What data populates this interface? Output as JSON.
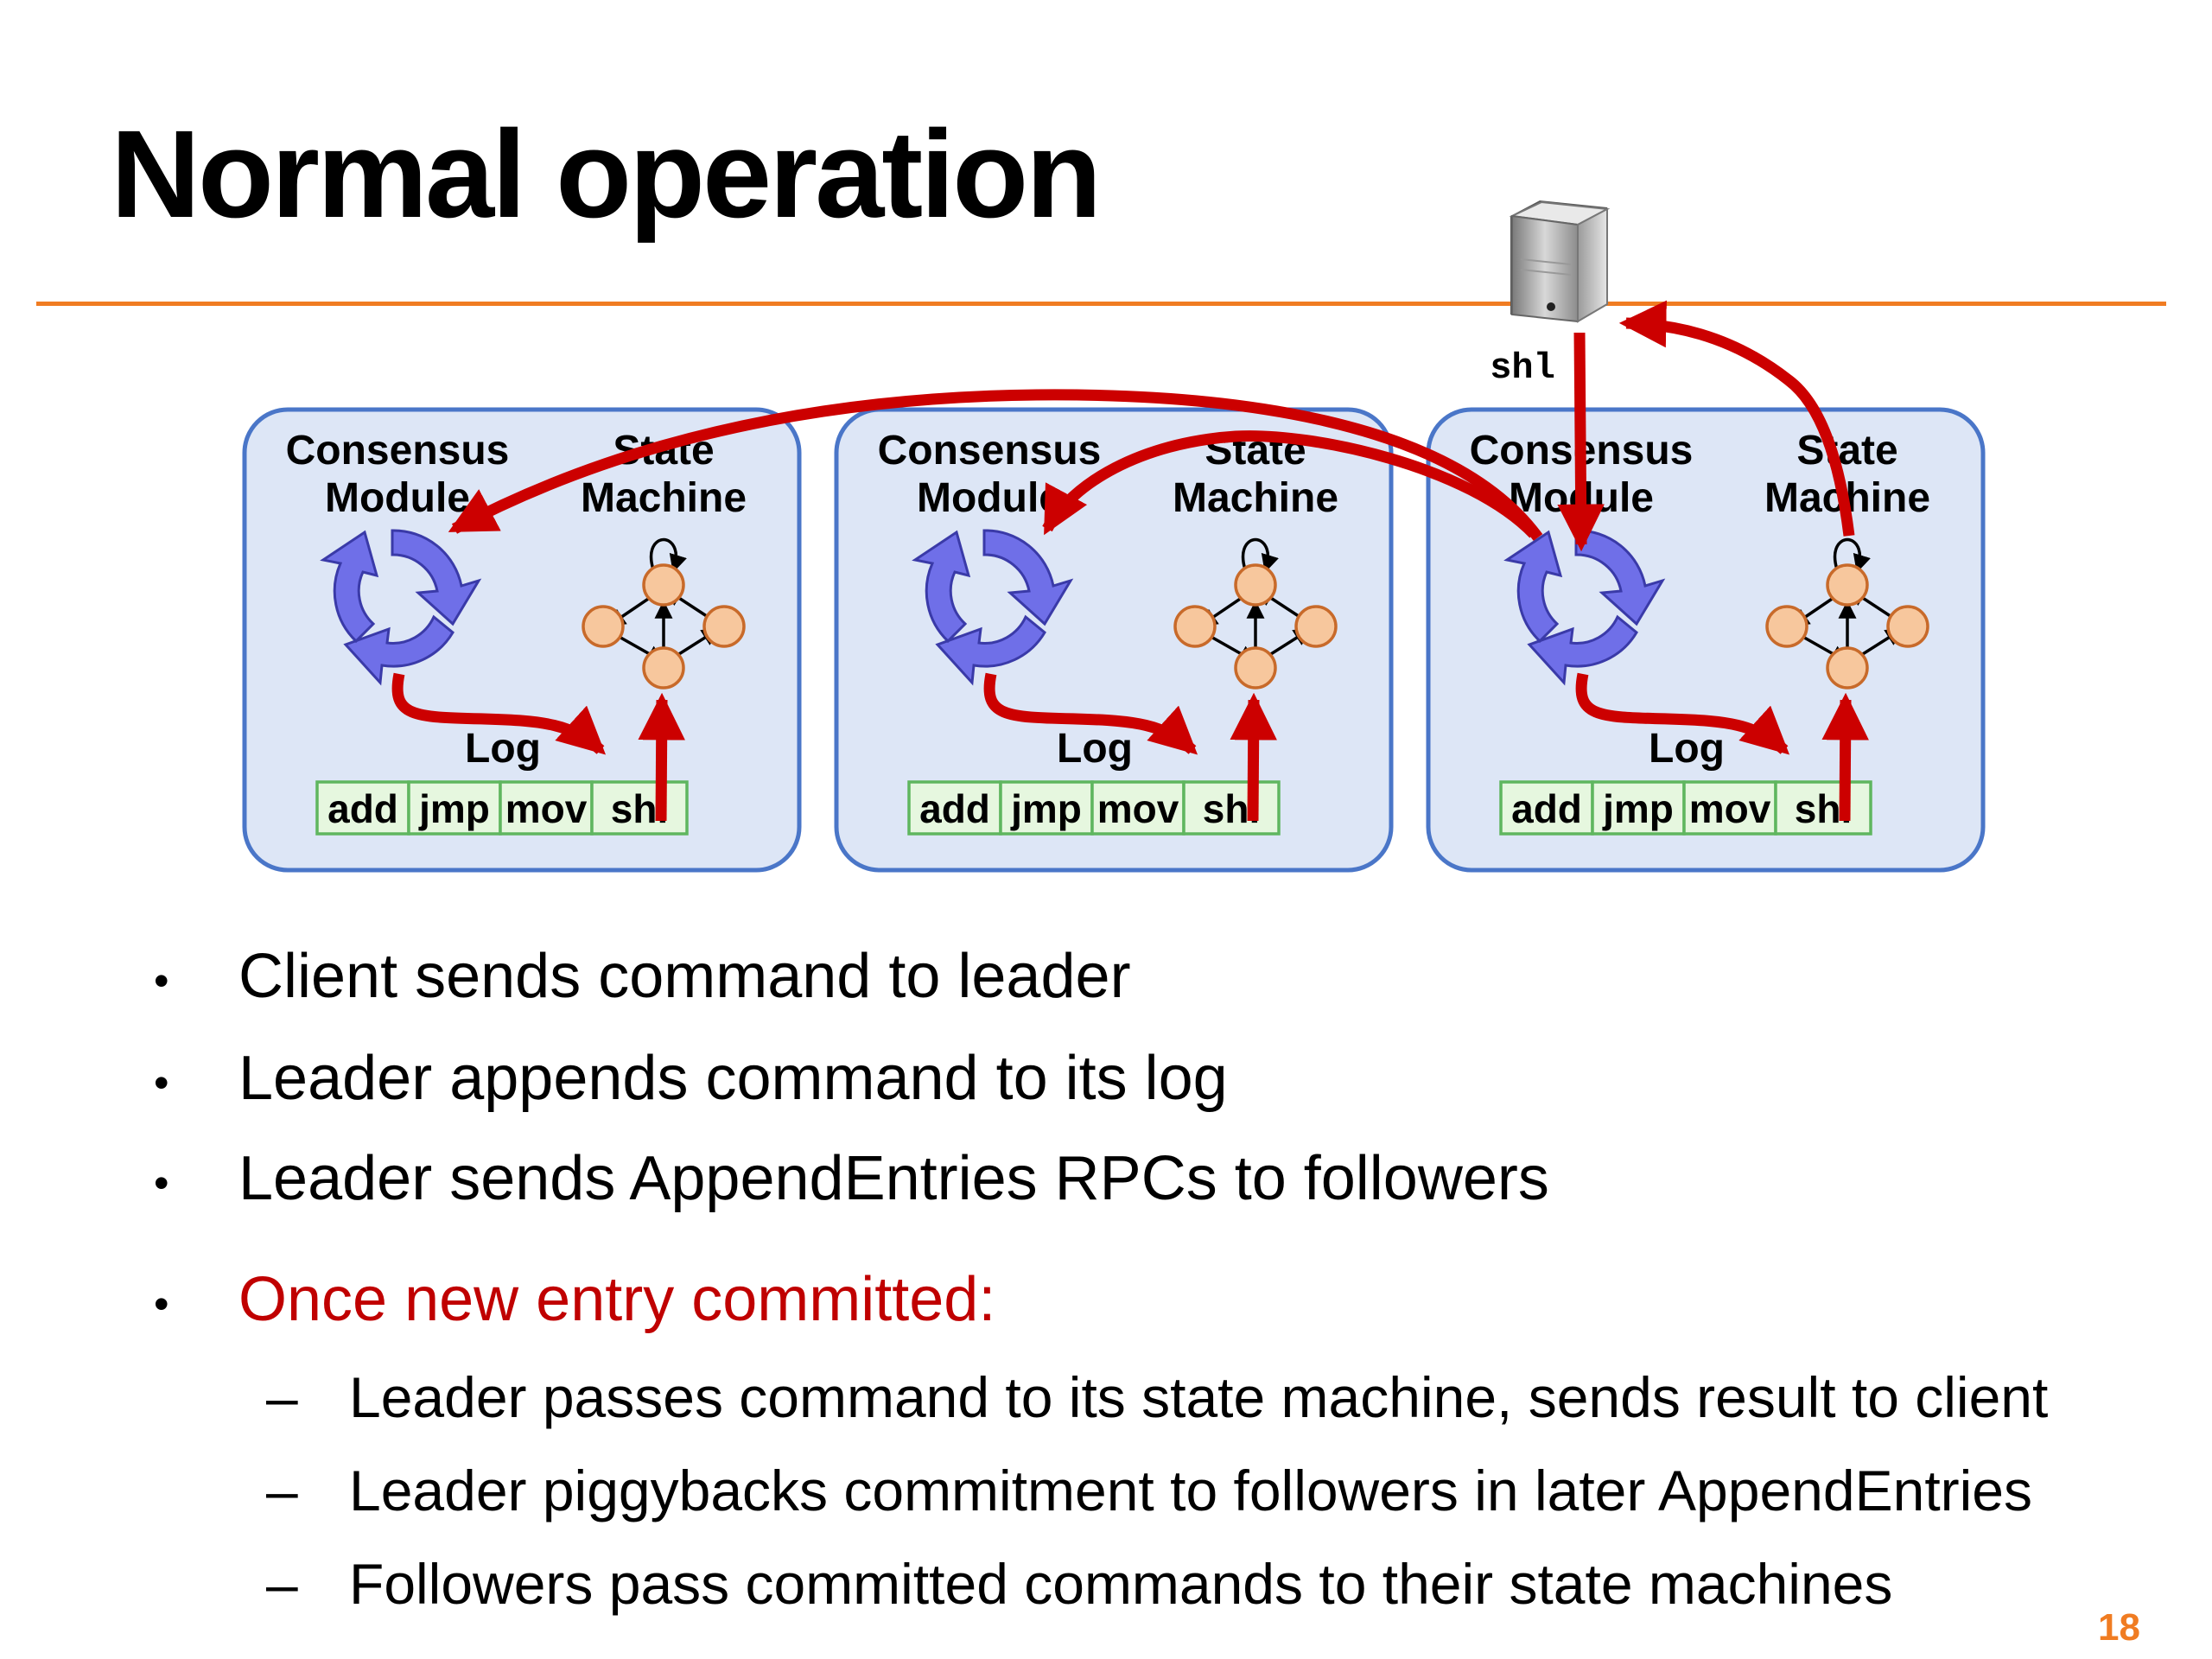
{
  "slide": {
    "title": "Normal operation",
    "page_number": "18"
  },
  "colors": {
    "rule": "#f07c22",
    "accent_red": "#c00000",
    "arrow_red": "#cc0000",
    "box_fill": "#dde6f6",
    "box_stroke": "#4a76c8",
    "log_fill": "#e6f7df",
    "log_stroke": "#5fb65f",
    "state_node_fill": "#f7c79d",
    "state_node_stroke": "#c86a2a",
    "consensus_icon": "#6f6fe8",
    "page_number": "#f07c22"
  },
  "client": {
    "icon": "server-icon",
    "command": "shl"
  },
  "servers": [
    {
      "consensus_label_1": "Consensus",
      "consensus_label_2": "Module",
      "state_label_1": "State",
      "state_label_2": "Machine",
      "log_label": "Log",
      "log_entries": [
        "add",
        "jmp",
        "mov",
        "shl"
      ]
    },
    {
      "consensus_label_1": "Consensus",
      "consensus_label_2": "Module",
      "state_label_1": "State",
      "state_label_2": "Machine",
      "log_label": "Log",
      "log_entries": [
        "add",
        "jmp",
        "mov",
        "shl"
      ]
    },
    {
      "consensus_label_1": "Consensus",
      "consensus_label_2": "Module",
      "state_label_1": "State",
      "state_label_2": "Machine",
      "log_label": "Log",
      "log_entries": [
        "add",
        "jmp",
        "mov",
        "shl"
      ]
    }
  ],
  "bullets": [
    {
      "text": "Client sends command to leader"
    },
    {
      "text": "Leader appends command to its log"
    },
    {
      "text": "Leader sends AppendEntries RPCs to followers"
    },
    {
      "text": "Once new entry committed:",
      "highlight": true
    }
  ],
  "sub_bullets": [
    {
      "text": "Leader passes command to its state machine, sends result to client"
    },
    {
      "text": "Leader piggybacks commitment to followers in later AppendEntries"
    },
    {
      "text": "Followers pass committed commands to their state machines"
    }
  ],
  "bullet_glyph": "•",
  "dash_glyph": "–"
}
